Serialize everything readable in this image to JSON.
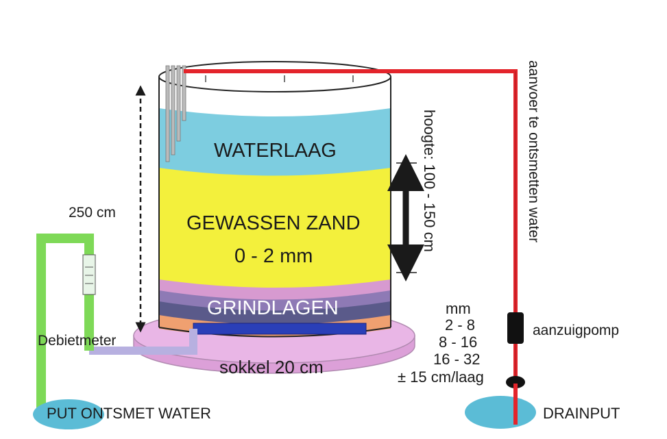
{
  "tank": {
    "layers": {
      "water": "WATERLAAG",
      "sand_line1": "GEWASSEN ZAND",
      "sand_line2": "0 - 2 mm",
      "gravel": "GRINDLAGEN"
    },
    "base_label": "sokkel 20 cm",
    "total_height_label": "250 cm",
    "sand_height_label": "hoogte: 100 - 150 cm"
  },
  "gravel_sizes": {
    "unit": "mm",
    "rows": [
      "2 - 8",
      "8 - 16",
      "16 - 32"
    ],
    "per_layer": "± 15 cm/laag"
  },
  "left_side": {
    "flowmeter_label": "Debietmeter",
    "well_label": "PUT ONTSMET WATER"
  },
  "right_side": {
    "supply_label": "aanvoer te ontsmetten water",
    "pump_label": "aanzuigpomp",
    "drain_label": "DRAINPUT"
  },
  "colors": {
    "water": "#7dcde0",
    "sand": "#f3f03c",
    "gravel_pink": "#d79ad0",
    "gravel_purple": "#8e7ab5",
    "gravel_dark": "#5a5a8a",
    "gravel_orange": "#f0a070",
    "base": "#e9b6e6",
    "supply_pipe": "#e3242b",
    "outlet_pipe": "#7ed957",
    "well": "#5bbcd6"
  }
}
